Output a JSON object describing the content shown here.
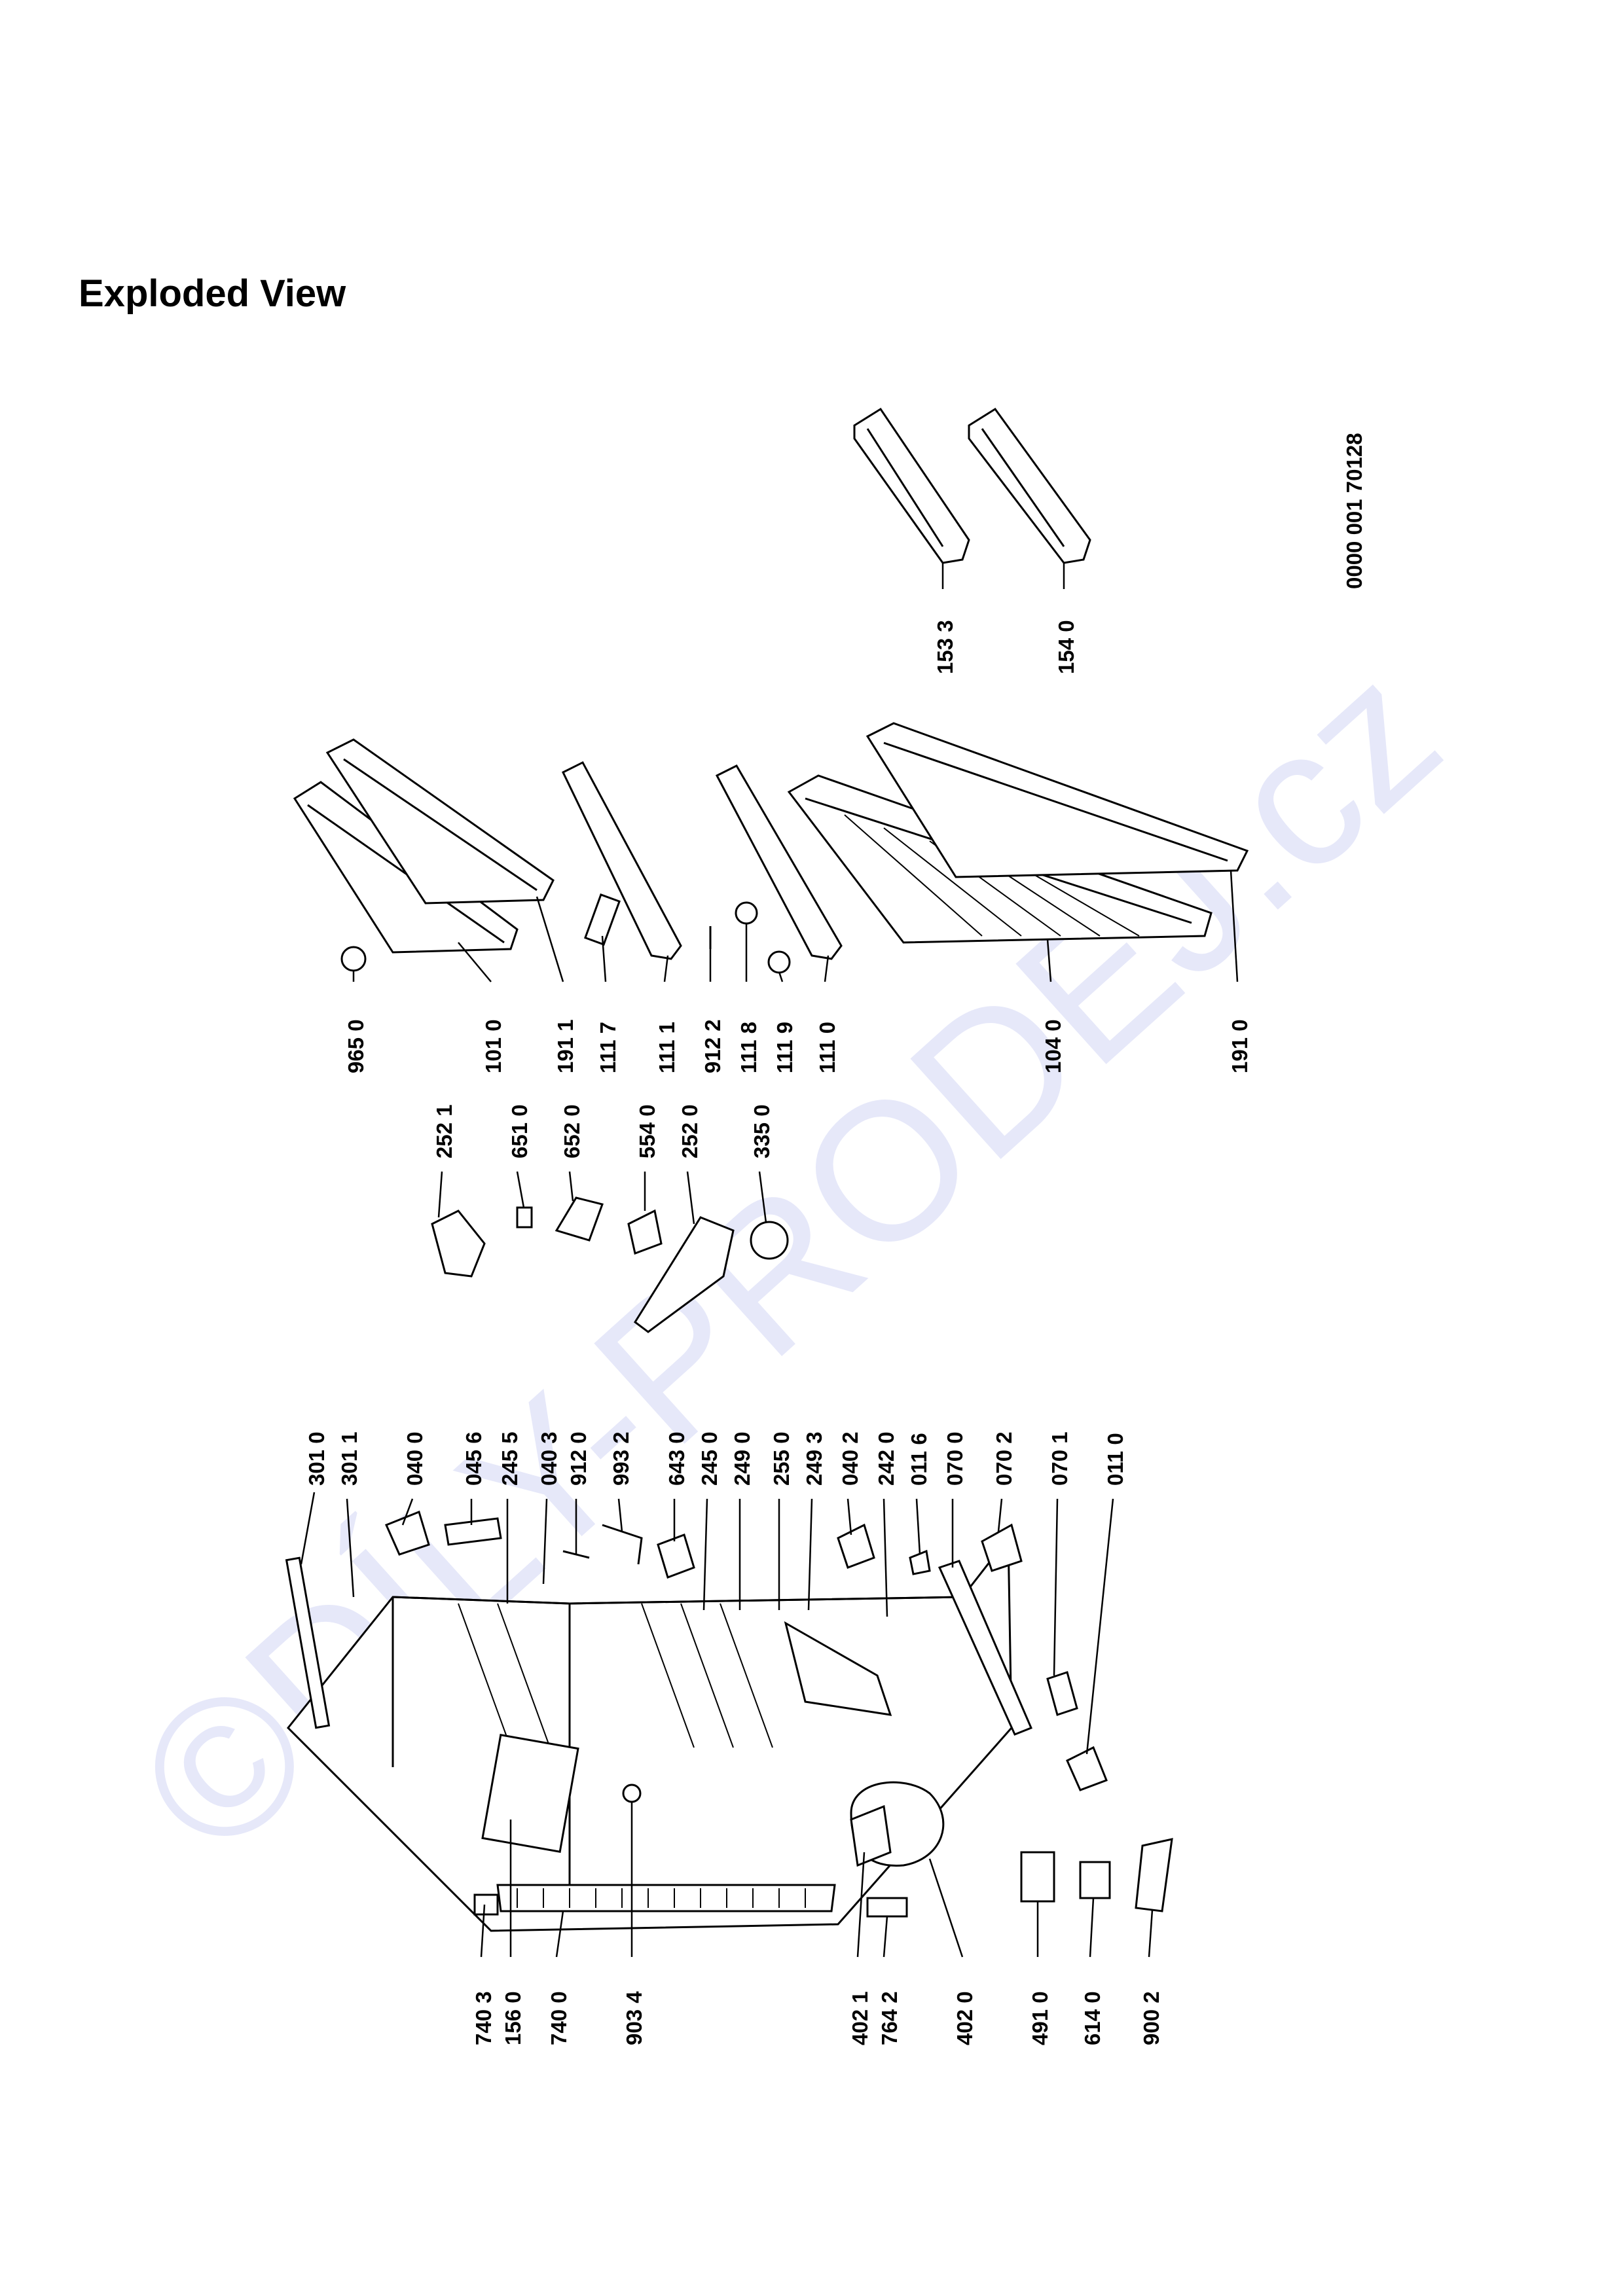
{
  "title": "Exploded View",
  "drawing_number": "0000 001 70128",
  "watermark": "©DÍLY-PRODEJ.cz",
  "colors": {
    "ink": "#000000",
    "watermark": "#c9cdf3",
    "background": "#ffffff"
  },
  "labels": [
    "301 0",
    "301 1",
    "040 0",
    "045 6",
    "245 5",
    "040 3",
    "912 0",
    "993 2",
    "643 0",
    "245 0",
    "249 0",
    "255 0",
    "249 3",
    "040 2",
    "242 0",
    "011 6",
    "070 0",
    "070 2",
    "070 1",
    "011 0",
    "252 1",
    "651 0",
    "652 0",
    "554 0",
    "252 0",
    "335 0",
    "965 0",
    "101 0",
    "191 1",
    "111 7",
    "111 1",
    "912 2",
    "111 8",
    "111 9",
    "111 0",
    "104 0",
    "191 0",
    "153 3",
    "154 0",
    "740 3",
    "156 0",
    "740 0",
    "903 4",
    "402 1",
    "764 2",
    "402 0",
    "491 0",
    "614 0",
    "900 2"
  ]
}
